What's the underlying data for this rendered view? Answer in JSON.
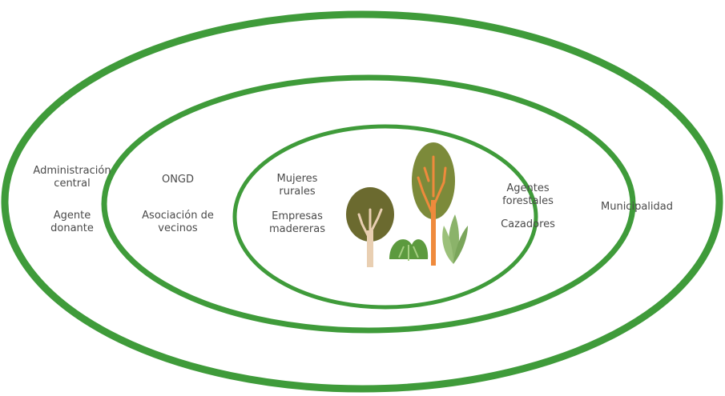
{
  "diagram": {
    "outer_ring": {
      "labels_left": [
        [
          "Administración",
          "central"
        ],
        [
          "Agente",
          "donante"
        ]
      ],
      "labels_right": [
        [
          "Municipalidad"
        ]
      ]
    },
    "middle_ring": {
      "labels_left": [
        [
          "ONGD"
        ],
        [
          "Asociación de",
          "vecinos"
        ]
      ],
      "labels_right": [
        [
          "Agentes",
          "forestales"
        ],
        [
          "Cazadores"
        ]
      ]
    },
    "inner_ring": {
      "labels_left": [
        [
          "Mujeres",
          "rurales"
        ],
        [
          "Empresas",
          "madereras"
        ]
      ]
    },
    "center_illustration": "trees-and-shrubs",
    "colors": {
      "ring": "#3f9b3a",
      "text": "#4a4a4a",
      "tree_dark": "#6b6a2f",
      "tree_olive": "#7c8a3a",
      "trunk_light": "#e9cfb2",
      "trunk_orange": "#ef8a3c",
      "shrub": "#5c9a3e"
    }
  }
}
